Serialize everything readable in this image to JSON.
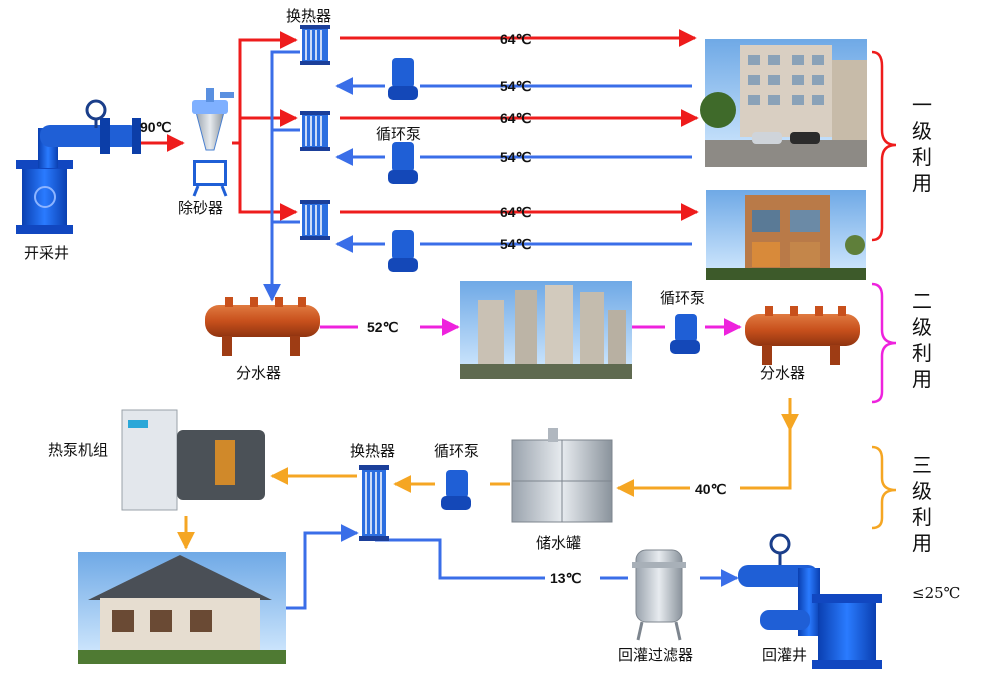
{
  "labels": {
    "well": "开采井",
    "desander": "除砂器",
    "heat_exchanger_top": "换热器",
    "pump_mid": "循环泵",
    "distributor_left": "分水器",
    "pump_level2": "循环泵",
    "distributor_right": "分水器",
    "heat_pump": "热泵机组",
    "heat_exchanger_bottom": "换热器",
    "pump_bottom": "循环泵",
    "tank": "储水罐",
    "filter": "回灌过滤器",
    "reinjection_well": "回灌井"
  },
  "temps": {
    "t90": "90℃",
    "t64a": "64℃",
    "t54a": "54℃",
    "t64b": "64℃",
    "t54b": "54℃",
    "t64c": "64℃",
    "t54c": "54℃",
    "t52": "52℃",
    "t40": "40℃",
    "t13": "13℃",
    "t25": "≤25℃"
  },
  "levels": {
    "level1": [
      "一",
      "级",
      "利",
      "用"
    ],
    "level2": [
      "二",
      "级",
      "利",
      "用"
    ],
    "level3": [
      "三",
      "级",
      "利",
      "用"
    ]
  },
  "colors": {
    "red": "#ee1c1c",
    "blue": "#3a6ee8",
    "magenta": "#ee22dd",
    "orange": "#f5a623",
    "equipment_blue": "#1f5fd6",
    "distributor": "#c8501c"
  }
}
